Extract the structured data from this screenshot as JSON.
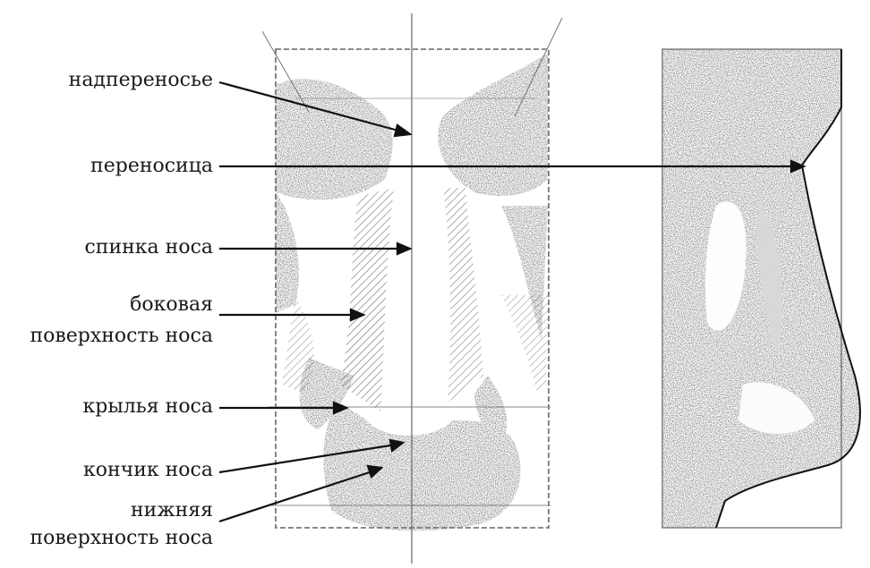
{
  "labels": {
    "glabella": "надпереносье",
    "bridge": "переносица",
    "dorsum": "спинка носа",
    "side_line1": "боковая",
    "side_line2": "поверхность носа",
    "wings": "крылья носа",
    "tip": "кончик носа",
    "lower_line1": "нижняя",
    "lower_line2": "поверхность носа"
  }
}
